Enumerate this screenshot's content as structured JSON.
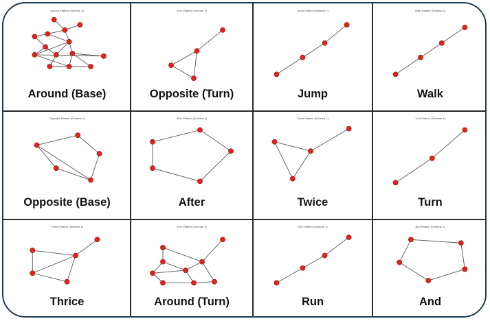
{
  "panels": [
    {
      "caption": "Around (Base)",
      "subtitle": "Around Pattern (Scheme 1)",
      "nodes": [
        [
          0.38,
          0.08
        ],
        [
          0.62,
          0.16
        ],
        [
          0.48,
          0.24
        ],
        [
          0.32,
          0.3
        ],
        [
          0.2,
          0.34
        ],
        [
          0.52,
          0.42
        ],
        [
          0.3,
          0.5
        ],
        [
          0.2,
          0.62
        ],
        [
          0.4,
          0.62
        ],
        [
          0.55,
          0.6
        ],
        [
          0.84,
          0.64
        ],
        [
          0.34,
          0.8
        ],
        [
          0.52,
          0.8
        ],
        [
          0.72,
          0.8
        ]
      ],
      "edges": [
        [
          0,
          2
        ],
        [
          1,
          2
        ],
        [
          2,
          3
        ],
        [
          3,
          4
        ],
        [
          2,
          5
        ],
        [
          3,
          5
        ],
        [
          4,
          6
        ],
        [
          6,
          7
        ],
        [
          5,
          7
        ],
        [
          5,
          8
        ],
        [
          5,
          9
        ],
        [
          9,
          10
        ],
        [
          7,
          10
        ],
        [
          8,
          11
        ],
        [
          9,
          12
        ],
        [
          9,
          13
        ],
        [
          7,
          12
        ],
        [
          11,
          12
        ],
        [
          12,
          13
        ],
        [
          6,
          8
        ]
      ],
      "labels": []
    },
    {
      "caption": "Opposite (Turn)",
      "subtitle": "Turn Pattern (Scheme 1)",
      "nodes": [
        [
          0.8,
          0.24
        ],
        [
          0.55,
          0.56
        ],
        [
          0.3,
          0.78
        ],
        [
          0.52,
          0.98
        ]
      ],
      "edges": [
        [
          0,
          1
        ],
        [
          1,
          2
        ],
        [
          1,
          3
        ],
        [
          2,
          3
        ]
      ],
      "labels": []
    },
    {
      "caption": "Jump",
      "subtitle": "Jump Pattern (Scheme 1)",
      "nodes": [
        [
          0.84,
          0.16
        ],
        [
          0.62,
          0.44
        ],
        [
          0.4,
          0.66
        ],
        [
          0.14,
          0.92
        ]
      ],
      "edges": [
        [
          0,
          1
        ],
        [
          1,
          2
        ],
        [
          2,
          3
        ]
      ],
      "labels": []
    },
    {
      "caption": "Walk",
      "subtitle": "Walk Pattern (Scheme 1)",
      "nodes": [
        [
          0.86,
          0.2
        ],
        [
          0.62,
          0.44
        ],
        [
          0.4,
          0.66
        ],
        [
          0.14,
          0.92
        ]
      ],
      "edges": [
        [
          0,
          1
        ],
        [
          1,
          2
        ],
        [
          2,
          3
        ]
      ],
      "labels": []
    },
    {
      "caption": "Opposite (Base)",
      "subtitle": "Opposite Pattern (Scheme 1)",
      "nodes": [
        [
          0.6,
          0.2
        ],
        [
          0.22,
          0.35
        ],
        [
          0.8,
          0.48
        ],
        [
          0.4,
          0.7
        ],
        [
          0.72,
          0.88
        ]
      ],
      "edges": [
        [
          0,
          1
        ],
        [
          0,
          2
        ],
        [
          1,
          3
        ],
        [
          2,
          4
        ],
        [
          3,
          4
        ],
        [
          1,
          4
        ]
      ],
      "labels": []
    },
    {
      "caption": "After",
      "subtitle": "After Pattern (Scheme 1)",
      "nodes": [
        [
          0.58,
          0.12
        ],
        [
          0.12,
          0.3
        ],
        [
          0.88,
          0.44
        ],
        [
          0.12,
          0.7
        ],
        [
          0.58,
          0.9
        ]
      ],
      "edges": [
        [
          0,
          1
        ],
        [
          0,
          2
        ],
        [
          1,
          3
        ],
        [
          2,
          4
        ],
        [
          3,
          4
        ]
      ],
      "labels": []
    },
    {
      "caption": "Twice",
      "subtitle": "Twice Pattern (Scheme 1)",
      "nodes": [
        [
          0.86,
          0.1
        ],
        [
          0.12,
          0.3
        ],
        [
          0.48,
          0.44
        ],
        [
          0.3,
          0.86
        ]
      ],
      "edges": [
        [
          0,
          2
        ],
        [
          1,
          2
        ],
        [
          1,
          3
        ],
        [
          2,
          3
        ]
      ],
      "labels": []
    },
    {
      "caption": "Turn",
      "subtitle": "Turn Pattern (Scheme 1)",
      "nodes": [
        [
          0.86,
          0.12
        ],
        [
          0.52,
          0.55
        ],
        [
          0.14,
          0.92
        ]
      ],
      "edges": [
        [
          0,
          1
        ],
        [
          1,
          2
        ]
      ],
      "labels": []
    },
    {
      "caption": "Thrice",
      "subtitle": "Thrice Pattern (Scheme 1)",
      "nodes": [
        [
          0.78,
          0.16
        ],
        [
          0.18,
          0.35
        ],
        [
          0.58,
          0.44
        ],
        [
          0.18,
          0.75
        ],
        [
          0.5,
          0.9
        ]
      ],
      "edges": [
        [
          0,
          2
        ],
        [
          1,
          2
        ],
        [
          1,
          3
        ],
        [
          2,
          3
        ],
        [
          2,
          4
        ],
        [
          3,
          4
        ]
      ],
      "labels": []
    },
    {
      "caption": "Around (Turn)",
      "subtitle": "Turn Pattern (Scheme 1)",
      "nodes": [
        [
          0.8,
          0.16
        ],
        [
          0.22,
          0.3
        ],
        [
          0.22,
          0.55
        ],
        [
          0.12,
          0.75
        ],
        [
          0.44,
          0.7
        ],
        [
          0.6,
          0.55
        ],
        [
          0.22,
          0.92
        ],
        [
          0.52,
          0.92
        ],
        [
          0.72,
          0.9
        ]
      ],
      "edges": [
        [
          0,
          5
        ],
        [
          1,
          2
        ],
        [
          2,
          4
        ],
        [
          3,
          4
        ],
        [
          4,
          5
        ],
        [
          1,
          5
        ],
        [
          3,
          6
        ],
        [
          6,
          7
        ],
        [
          4,
          7
        ],
        [
          5,
          8
        ],
        [
          7,
          8
        ],
        [
          2,
          3
        ]
      ],
      "labels": []
    },
    {
      "caption": "Run",
      "subtitle": "Run Pattern (Scheme 1)",
      "nodes": [
        [
          0.86,
          0.12
        ],
        [
          0.62,
          0.44
        ],
        [
          0.4,
          0.66
        ],
        [
          0.14,
          0.92
        ]
      ],
      "edges": [
        [
          0,
          1
        ],
        [
          1,
          2
        ],
        [
          2,
          3
        ]
      ],
      "labels": []
    },
    {
      "caption": "And",
      "subtitle": "And Pattern (Scheme 1)",
      "nodes": [
        [
          0.3,
          0.16
        ],
        [
          0.82,
          0.22
        ],
        [
          0.18,
          0.56
        ],
        [
          0.86,
          0.68
        ],
        [
          0.48,
          0.88
        ]
      ],
      "edges": [
        [
          0,
          1
        ],
        [
          0,
          2
        ],
        [
          1,
          3
        ],
        [
          2,
          4
        ],
        [
          3,
          4
        ]
      ],
      "labels": []
    }
  ]
}
